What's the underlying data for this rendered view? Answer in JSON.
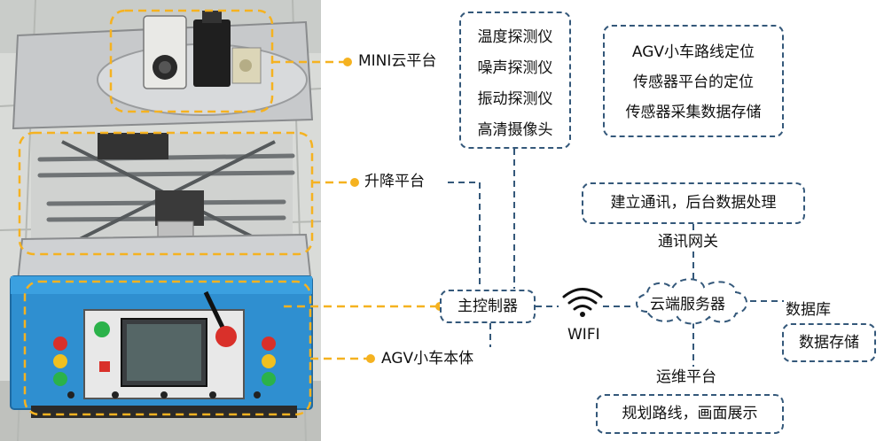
{
  "photo_labels": {
    "cloud_platform": "MINI云平台",
    "lift_platform": "升降平台",
    "agv_body": "AGV小车本体"
  },
  "sensors": [
    "温度探测仪",
    "噪声探测仪",
    "振动探测仪",
    "高清摄像头"
  ],
  "agv_functions": [
    "AGV小车路线定位",
    "传感器平台的定位",
    "传感器采集数据存储"
  ],
  "controller": "主控制器",
  "wifi": "WIFI",
  "gateway": {
    "box": "建立通讯，后台数据处理",
    "label": "通讯网关"
  },
  "cloud_server": "云端服务器",
  "database": {
    "label": "数据库",
    "box": "数据存储"
  },
  "ops": {
    "label": "运维平台",
    "box": "规划路线，画面展示"
  },
  "colors": {
    "orange": "#f5b220",
    "connector": "#34587a",
    "agv_blue": "#2f8fd0"
  }
}
